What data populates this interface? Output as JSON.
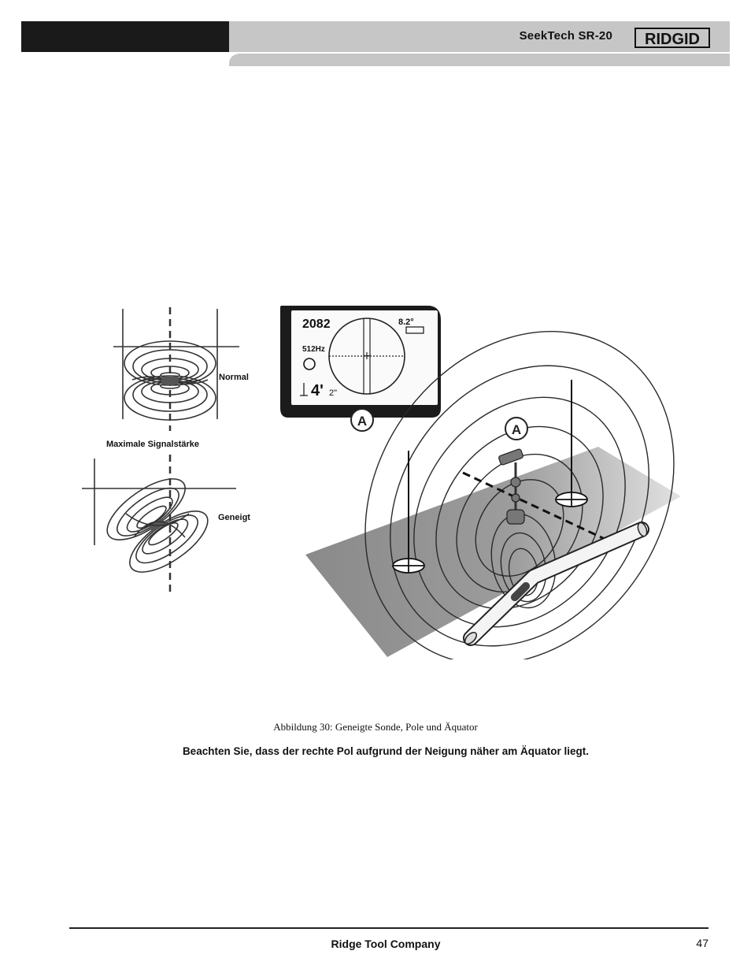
{
  "header": {
    "product": "SeekTech SR-20",
    "brand": "RIDGID"
  },
  "figure": {
    "label_normal": "Normal",
    "label_max_signal": "Maximale Signalstärke",
    "label_tilted": "Geneigt",
    "screen": {
      "signal": "2082",
      "angle": "8.2°",
      "frequency": "512Hz",
      "depth_feet": "4'",
      "depth_inches": "2\""
    },
    "marker": "A"
  },
  "caption": "Abbildung 30: Geneigte Sonde, Pole und Äquator",
  "note": "Beachten Sie, dass der rechte Pol aufgrund der Neigung näher am Äquator liegt.",
  "footer": {
    "company": "Ridge Tool Company",
    "page_number": "47"
  }
}
